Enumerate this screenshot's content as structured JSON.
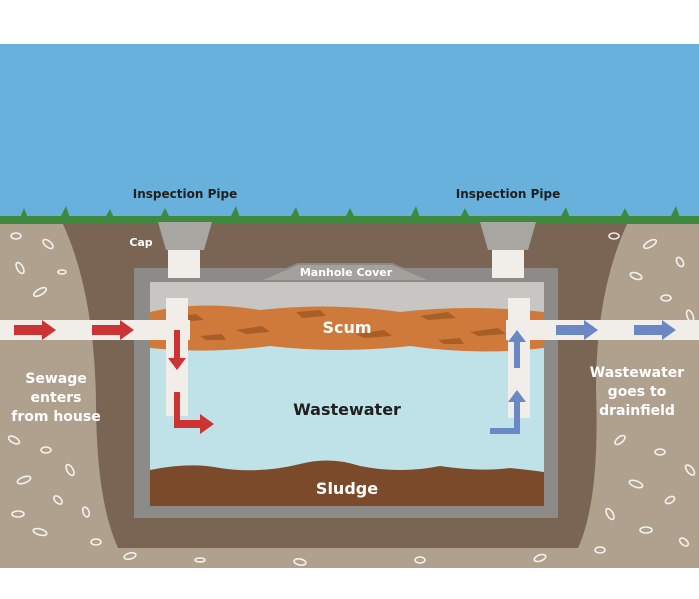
{
  "labels": {
    "inspection_pipe_left": "Inspection Pipe",
    "inspection_pipe_right": "Inspection Pipe",
    "cap": "Cap",
    "manhole_cover": "Manhole Cover",
    "scum": "Scum",
    "wastewater": "Wastewater",
    "sludge": "Sludge",
    "sewage_enters": [
      "Sewage",
      "enters",
      "from house"
    ],
    "wastewater_goes": [
      "Wastewater",
      "goes to",
      "drainfield"
    ]
  },
  "colors": {
    "sky": "#67b1dc",
    "soil": "#b0a18f",
    "dark_soil": "#7a6555",
    "grass": "#3d8a3f",
    "tank_wall": "#8d8b87",
    "tank_inner": "#c8c6c2",
    "scum": "#cf7a3a",
    "wastewater": "#bfe2e8",
    "sludge": "#7b4a2a",
    "pipe": "#f1ede8",
    "inflow_arrow": "#cc3333",
    "outflow_arrow": "#6b88c4",
    "label_dark": "#1f1f1f",
    "label_light": "#ffffff"
  }
}
